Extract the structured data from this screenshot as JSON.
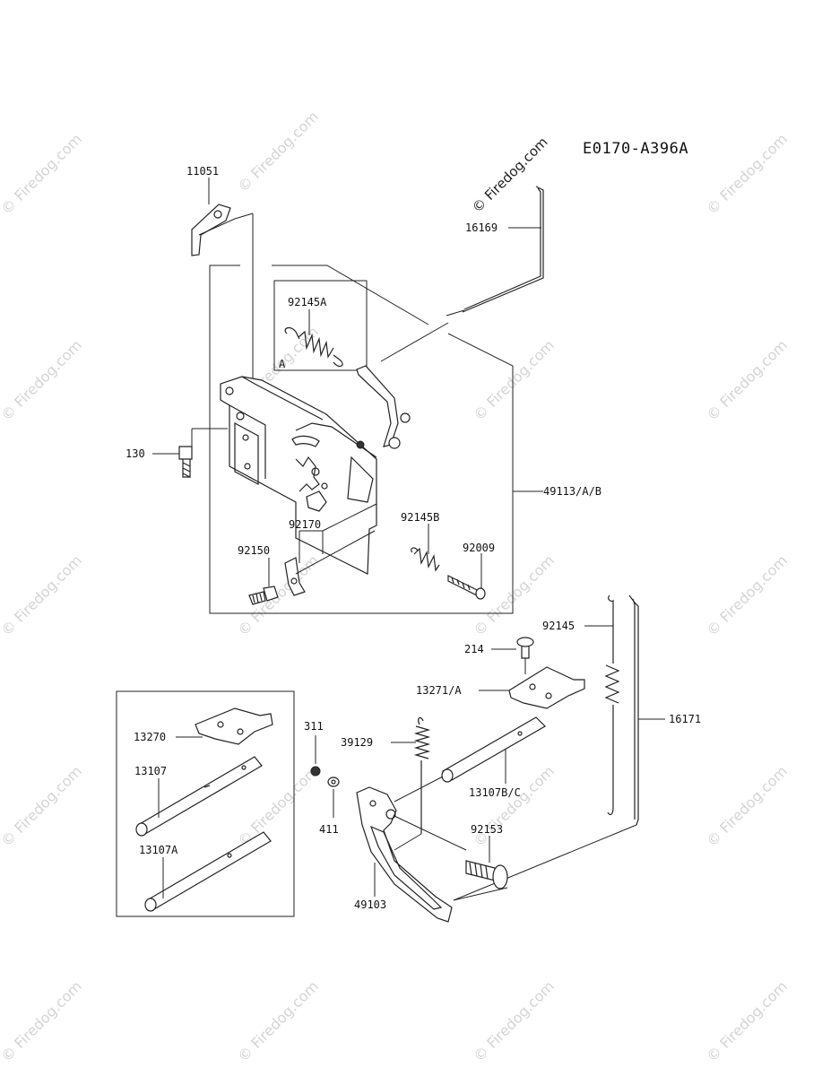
{
  "diagram_code": "E0170-A396A",
  "main_watermark": "© Firedog.com",
  "watermark": "© Firedog.com",
  "callouts": {
    "p11051": "11051",
    "p16169": "16169",
    "p92145A": "92145A",
    "inset_letter": "A",
    "p130": "130",
    "p49113": "49113/A/B",
    "p92170": "92170",
    "p92145B": "92145B",
    "p92150": "92150",
    "p92009": "92009",
    "p92145": "92145",
    "p214": "214",
    "p13271": "13271/A",
    "p16171": "16171",
    "p311": "311",
    "p39129": "39129",
    "p13270": "13270",
    "p13107": "13107",
    "p13107BC": "13107B/C",
    "p411": "411",
    "p92153": "92153",
    "p13107A": "13107A",
    "p49103": "49103"
  }
}
